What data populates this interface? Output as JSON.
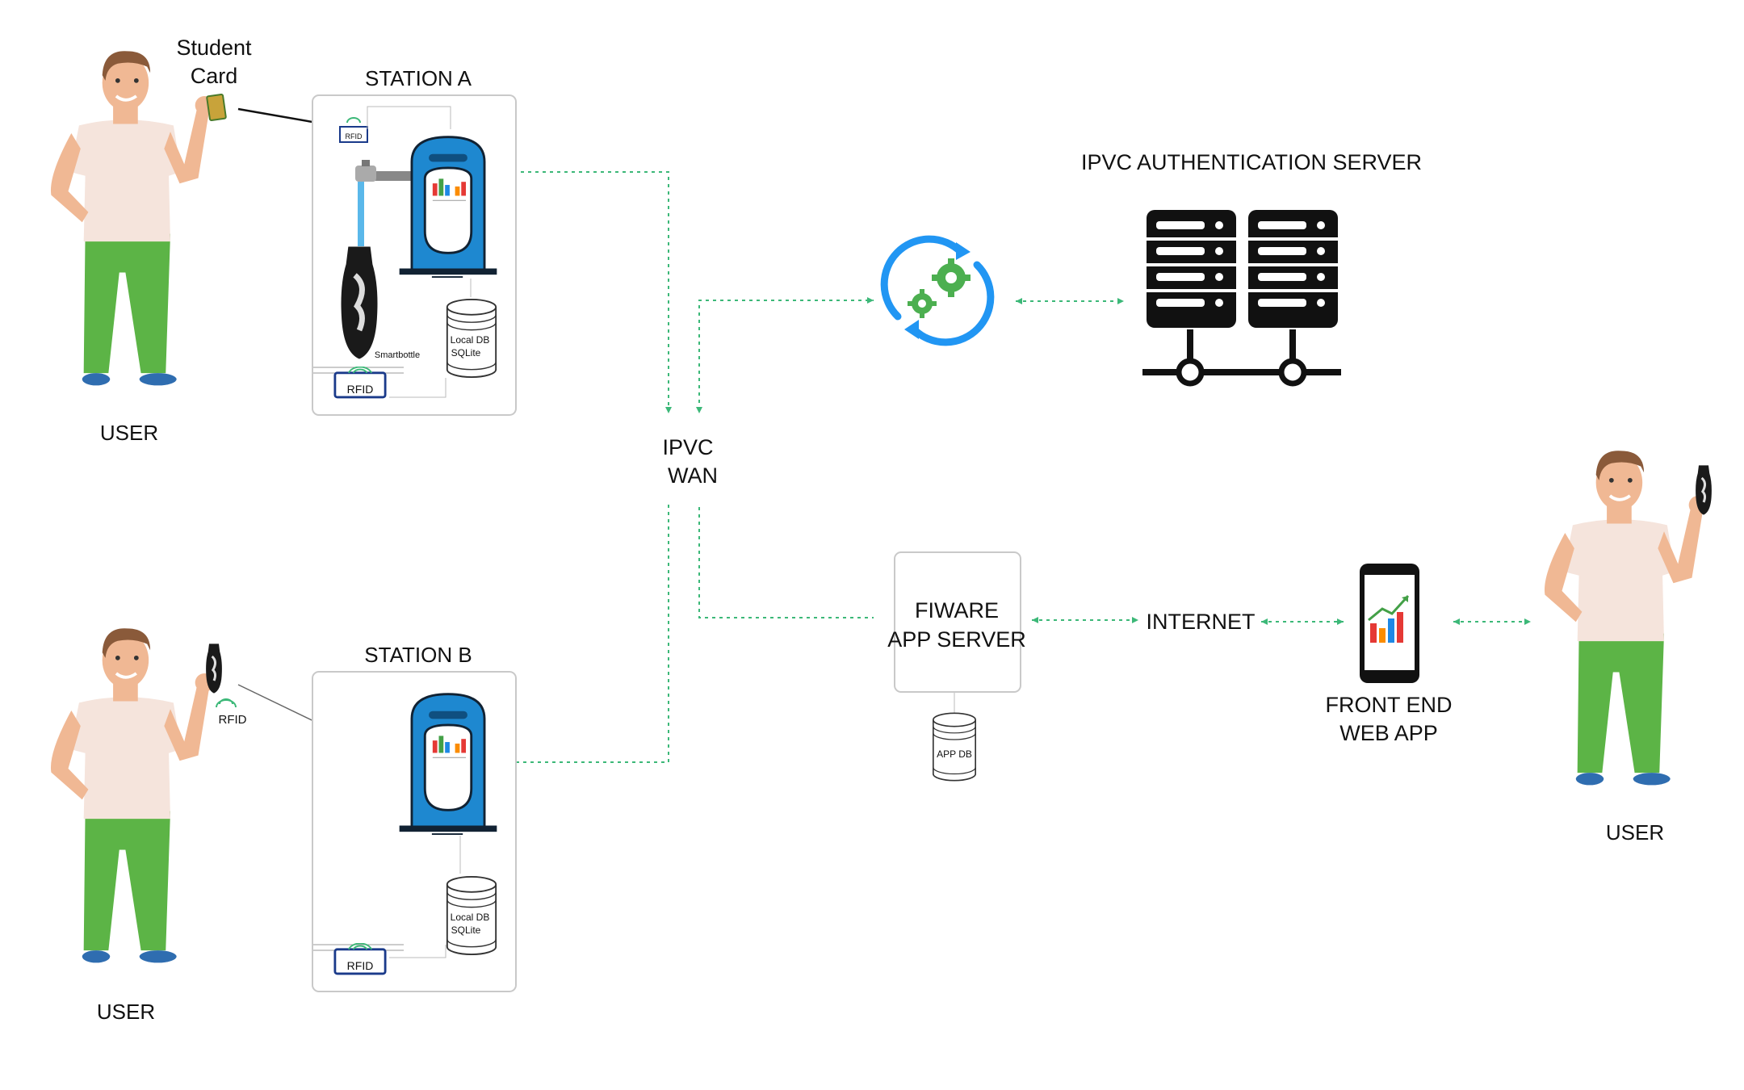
{
  "users": {
    "top_left": {
      "label": "USER"
    },
    "bottom_left": {
      "label": "USER"
    },
    "right": {
      "label": "USER"
    }
  },
  "student_card": {
    "line1": "Student",
    "line2": "Card"
  },
  "station_a": {
    "title": "STATION A",
    "small_rfid": "RFID",
    "rfid": "RFID",
    "smartbottle": "Smartbottle",
    "db_line1": "Local DB",
    "db_line2": "SQLite"
  },
  "station_b": {
    "title": "STATION B",
    "rfid": "RFID",
    "db_line1": "Local DB",
    "db_line2": "SQLite"
  },
  "bottle_rfid": "RFID",
  "wan": {
    "line1": "IPVC",
    "line2": "WAN"
  },
  "auth_server": {
    "title": "IPVC AUTHENTICATION SERVER"
  },
  "app_server": {
    "line1": "FIWARE",
    "line2": "APP SERVER"
  },
  "app_db": {
    "label": "APP DB"
  },
  "internet": {
    "label": "INTERNET"
  },
  "web_app": {
    "line1": "FRONT END",
    "line2": "WEB APP"
  },
  "colors": {
    "link": "#3cb878",
    "station_blue": "#1e88d0",
    "pants_green": "#5cb446",
    "shirt": "#f5e4dc",
    "skin": "#f0b894",
    "hair": "#8a5a3a",
    "dark": "#1a1a1a",
    "gear_green": "#4caf50",
    "gear_blue": "#2196f3"
  }
}
